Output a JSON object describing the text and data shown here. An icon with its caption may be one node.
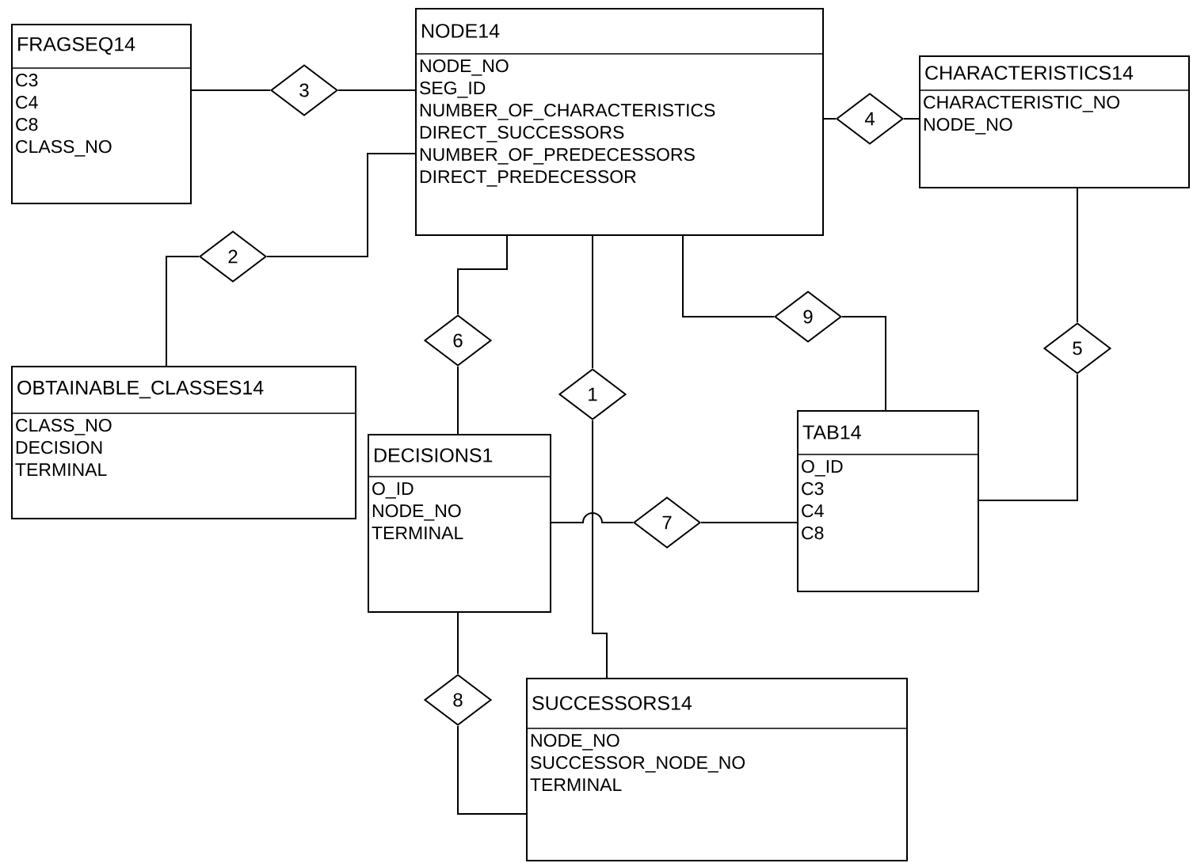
{
  "diagram": {
    "nodes": [
      {
        "text": [
          "FRAGSEQ14",
          "C3",
          "C4",
          "C8",
          "CLASS_NO"
        ]
      },
      {
        "text": [
          "NODE14",
          "NODE_NO",
          "SEG_ID",
          "NUMBER_OF_CHARACTERISTICS",
          "DIRECT_SUCCESSORS",
          "NUMBER_OF_PREDECESSORS",
          "DIRECT_PREDECESSOR"
        ]
      },
      {
        "text": [
          "CHARACTERISTICS14",
          "CHARACTERISTIC_NO",
          "NODE_NO"
        ]
      },
      {
        "text": [
          "OBTAINABLE_CLASSES14",
          "CLASS_NO",
          "DECISION",
          "TERMINAL"
        ]
      },
      {
        "text": [
          "DECISIONS1",
          "O_ID",
          "NODE_NO",
          "TERMINAL"
        ]
      },
      {
        "text": [
          "TAB14",
          "O_ID",
          "C3",
          "C4",
          "C8"
        ]
      },
      {
        "text": [
          "SUCCESSORS14",
          "NODE_NO",
          "SUCCESSOR_NODE_NO",
          "TERMINAL"
        ]
      },
      {
        "text": [
          "1"
        ]
      },
      {
        "text": [
          "2"
        ]
      },
      {
        "text": [
          "3"
        ]
      },
      {
        "text": [
          "4"
        ]
      },
      {
        "text": [
          "5"
        ]
      },
      {
        "text": [
          "6"
        ]
      },
      {
        "text": [
          "7"
        ]
      },
      {
        "text": [
          "8"
        ]
      },
      {
        "text": [
          "9"
        ]
      }
    ],
    "edges": [
      {
        "from": 1,
        "to": 7,
        "arrow": "none"
      },
      {
        "from": 7,
        "to": 6,
        "arrow": "none"
      },
      {
        "from": 1,
        "to": 8,
        "arrow": "none"
      },
      {
        "from": 8,
        "to": 3,
        "arrow": "none"
      },
      {
        "from": 0,
        "to": 9,
        "arrow": "none"
      },
      {
        "from": 9,
        "to": 1,
        "arrow": "none"
      },
      {
        "from": 1,
        "to": 10,
        "arrow": "none"
      },
      {
        "from": 10,
        "to": 2,
        "arrow": "none"
      },
      {
        "from": 2,
        "to": 11,
        "arrow": "none"
      },
      {
        "from": 11,
        "to": 5,
        "arrow": "none"
      },
      {
        "from": 1,
        "to": 12,
        "arrow": "none"
      },
      {
        "from": 12,
        "to": 4,
        "arrow": "none"
      },
      {
        "from": 4,
        "to": 13,
        "arrow": "none"
      },
      {
        "from": 13,
        "to": 5,
        "arrow": "none"
      },
      {
        "from": 4,
        "to": 14,
        "arrow": "none"
      },
      {
        "from": 14,
        "to": 6,
        "arrow": "none"
      },
      {
        "from": 1,
        "to": 15,
        "arrow": "none"
      },
      {
        "from": 15,
        "to": 5,
        "arrow": "none"
      }
    ]
  }
}
